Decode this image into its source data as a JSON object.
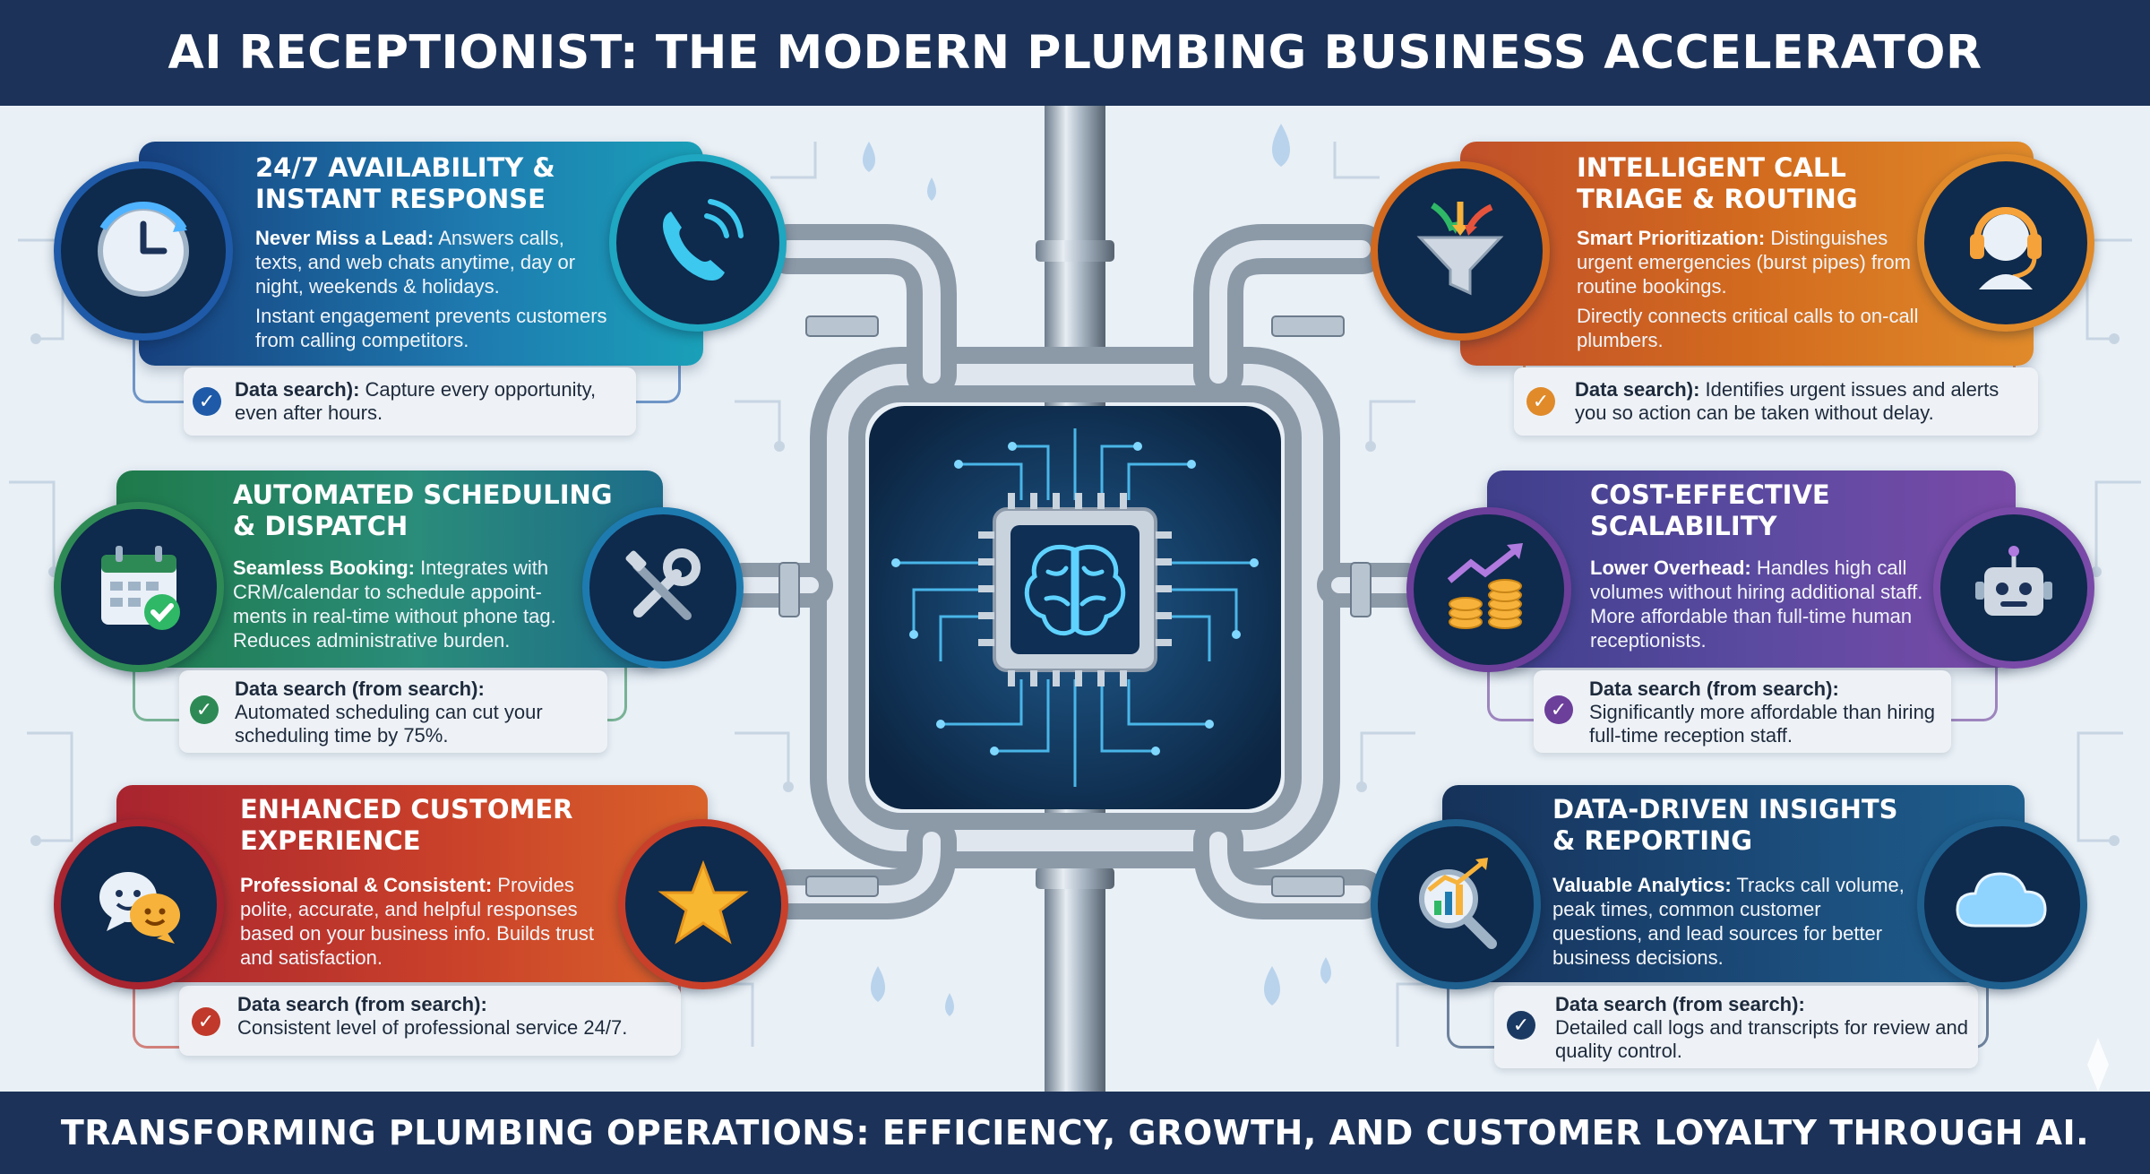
{
  "header": {
    "title": "AI RECEPTIONIST: THE MODERN PLUMBING BUSINESS ACCELERATOR"
  },
  "footer": {
    "text": "TRANSFORMING PLUMBING OPERATIONS: EFFICIENCY, GROWTH, AND CUSTOMER LOYALTY THROUGH AI."
  },
  "colors": {
    "navy": "#1c3258",
    "availability": "#1e5aa8",
    "scheduling": "#2e8a55",
    "experience": "#c0392b",
    "triage": "#d2691e",
    "scalability": "#6c3f9a",
    "insights": "#1b3a63"
  },
  "cards": {
    "availability": {
      "title1": "24/7 AVAILABILITY &",
      "title2": "INSTANT RESPONSE",
      "p1_label": "Never Miss a Lead:",
      "p1_text": " Answers calls, texts, and web chats anytime, day or night, weekends & holidays.",
      "p2_text": "Instant engagement prevents customers from calling competitors.",
      "note_label": "Data search):",
      "note_text": " Capture every opportunity, even after hours.",
      "left_icon": "clock-icon",
      "right_icon": "phone-icon"
    },
    "scheduling": {
      "title1": "AUTOMATED SCHEDULING",
      "title2": "& DISPATCH",
      "p1_label": "Seamless Booking:",
      "p1_text": " Integrates with CRM/calendar to schedule appoint-ments in real-time without phone tag. Reduces administrative burden.",
      "note_label": "Data search (from search):",
      "note_text": "Automated scheduling can cut your scheduling time by 75%.",
      "left_icon": "calendar-icon",
      "right_icon": "tools-icon"
    },
    "experience": {
      "title1": "ENHANCED CUSTOMER",
      "title2": "EXPERIENCE",
      "p1_label": "Professional & Consistent:",
      "p1_text": " Provides polite, accurate, and helpful responses based on your business info. Builds trust and satisfaction.",
      "note_label": "Data search (from search):",
      "note_text": "Consistent level of professional service 24/7.",
      "left_icon": "chat-faces-icon",
      "right_icon": "star-icon"
    },
    "triage": {
      "title1": "INTELLIGENT CALL",
      "title2": "TRIAGE & ROUTING",
      "p1_label": "Smart Prioritization:",
      "p1_text": " Distinguishes urgent emergencies (burst pipes) from routine bookings.",
      "p2_text": "Directly connects critical calls to on-call plumbers.",
      "note_label": "Data search):",
      "note_text": " Identifies urgent issues and alerts you so action can be taken without delay.",
      "left_icon": "funnel-icon",
      "right_icon": "headset-icon"
    },
    "scalability": {
      "title1": "COST-EFFECTIVE",
      "title2": "SCALABILITY",
      "p1_label": "Lower Overhead:",
      "p1_text": " Handles high call volumes without hiring additional staff. More affordable than full-time human receptionists.",
      "note_label": "Data search (from search):",
      "note_text": "Significantly more affordable than hiring full-time reception staff.",
      "left_icon": "coins-growth-icon",
      "right_icon": "robot-icon"
    },
    "insights": {
      "title1": "DATA-DRIVEN INSIGHTS",
      "title2": "& REPORTING",
      "p1_label": "Valuable Analytics:",
      "p1_text": " Tracks call volume, peak times, common customer questions, and lead sources for better business decisions.",
      "note_label": "Data search (from search):",
      "note_text": "Detailed call logs and transcripts for review and quality control.",
      "left_icon": "analytics-icon",
      "right_icon": "cloud-icon"
    }
  },
  "center": {
    "icon": "ai-brain-chip-icon"
  }
}
